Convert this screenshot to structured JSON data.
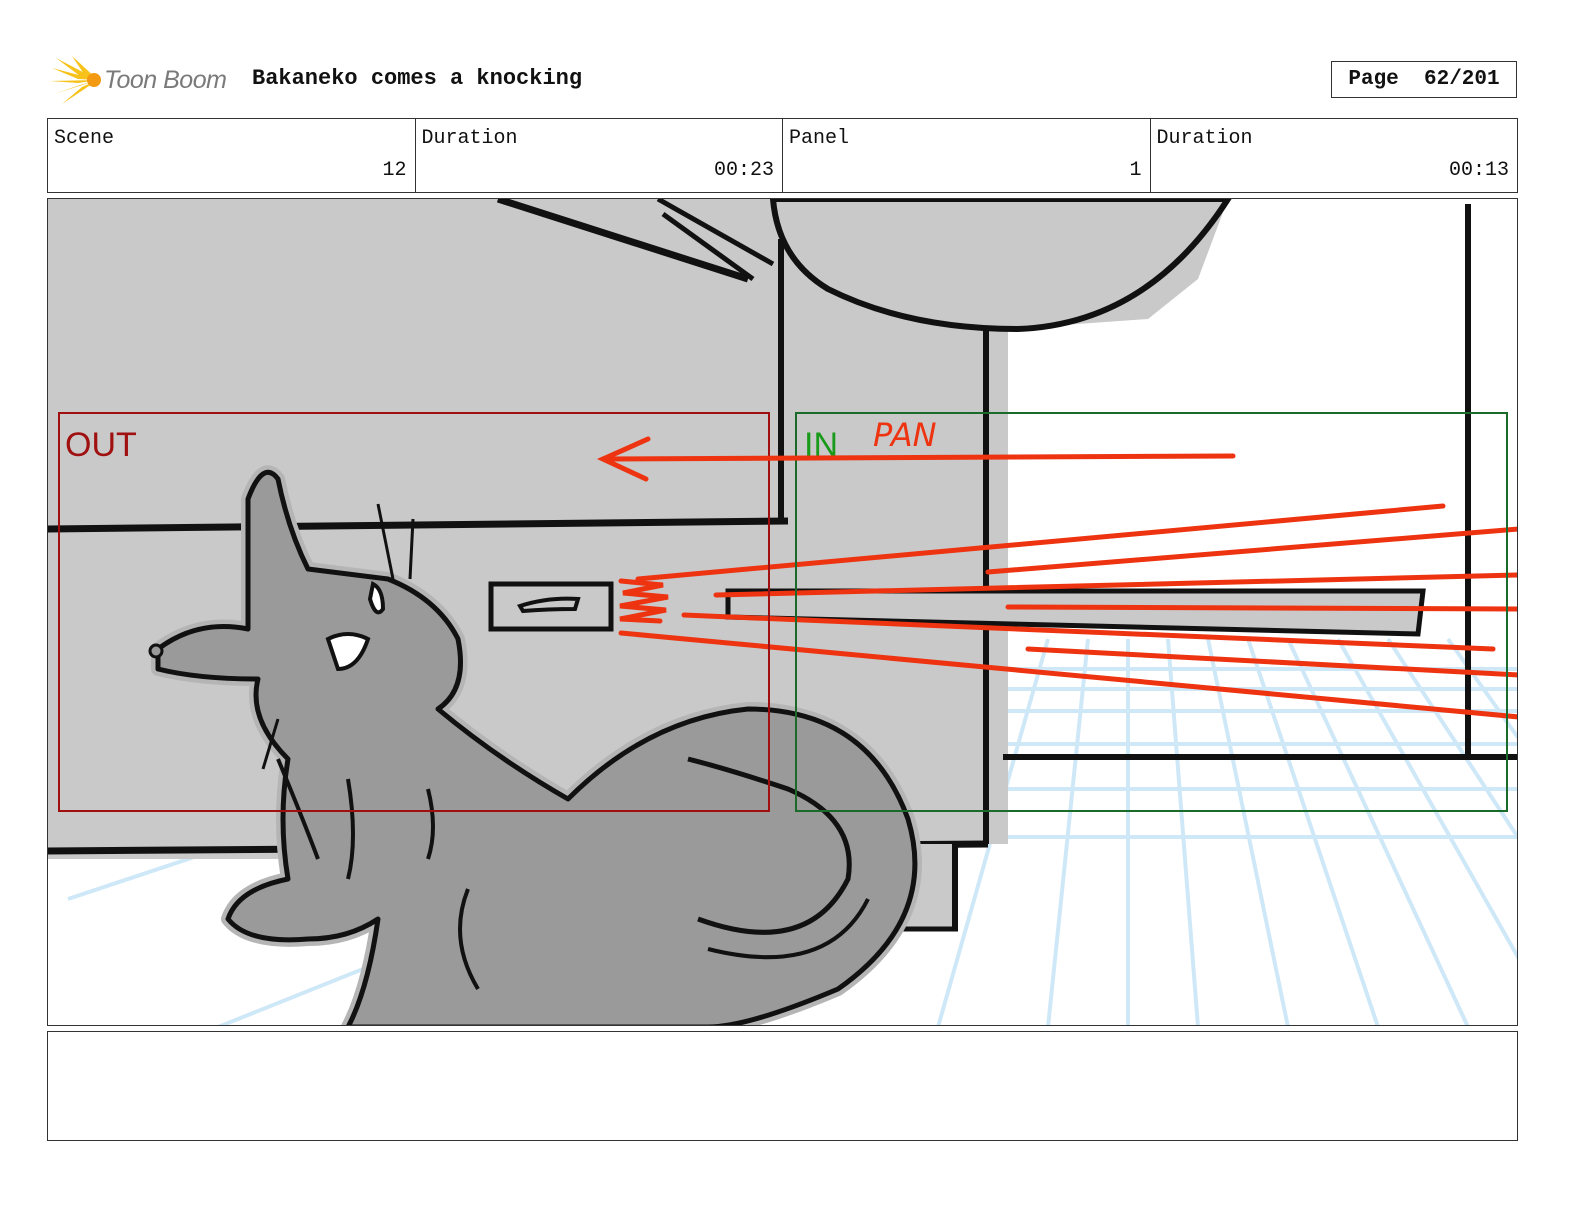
{
  "header": {
    "logo_text": "Toon Boom",
    "project_title": "Bakaneko comes a knocking",
    "page_label": "Page",
    "page_value": "62/201"
  },
  "info": {
    "scene_label": "Scene",
    "scene_value": "12",
    "scene_duration_label": "Duration",
    "scene_duration_value": "00:23",
    "panel_label": "Panel",
    "panel_value": "1",
    "panel_duration_label": "Duration",
    "panel_duration_value": "00:13"
  },
  "panel": {
    "out_label": "OUT",
    "in_label": "IN",
    "pan_label": "PAN",
    "colors": {
      "out_frame": "#a01010",
      "in_frame": "#1a6a2a",
      "annotation": "#ee3311",
      "wall": "#c9c9c9",
      "cat": "#9a9a9a",
      "floor_grid": "#cfe8f8"
    }
  },
  "notes": {
    "text": ""
  }
}
